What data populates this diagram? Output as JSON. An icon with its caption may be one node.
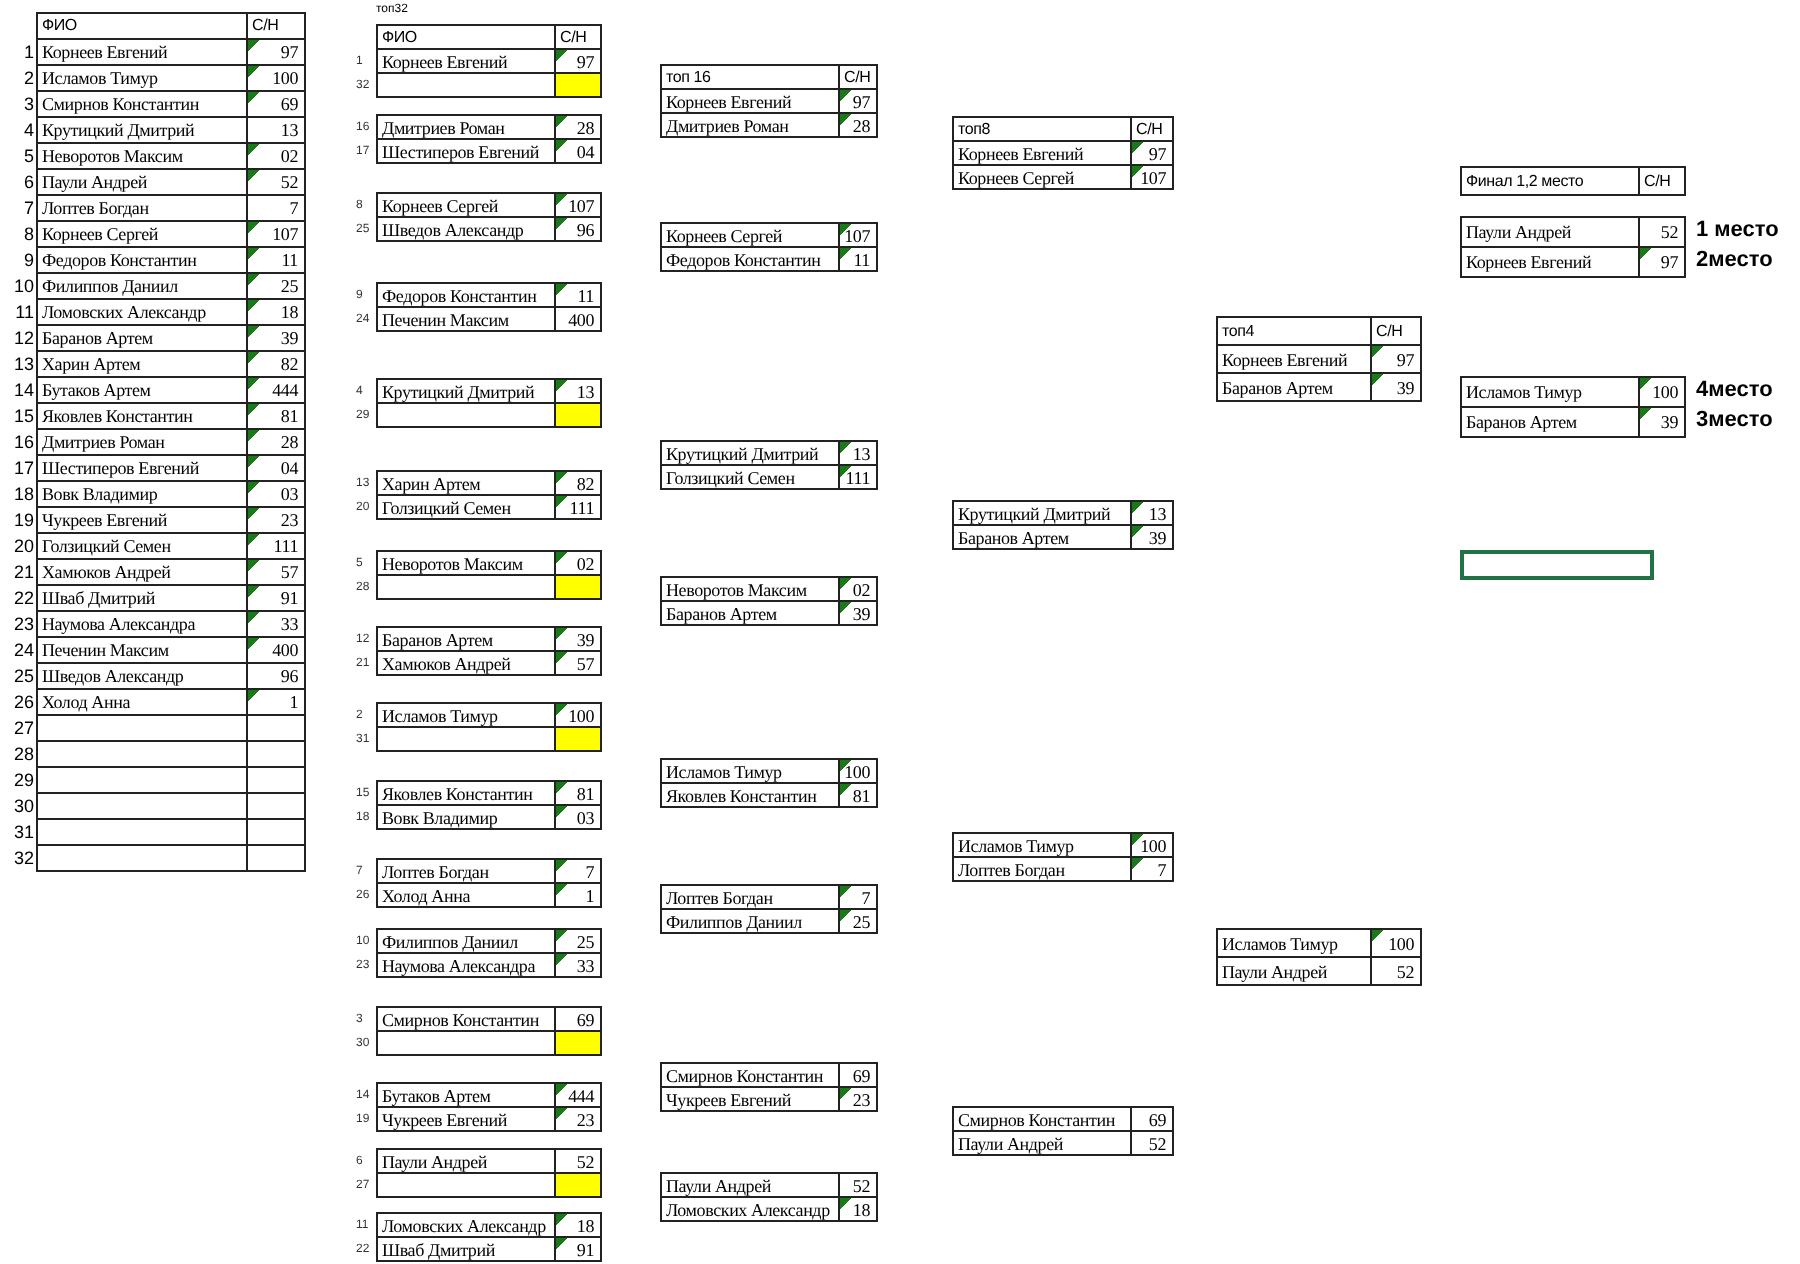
{
  "diagram": {
    "nodes": [
      {
        "text": [
          "ФИО",
          "С/Н",
          "1",
          "Корнеев Евгений",
          "97",
          "2",
          "Исламов Тимур",
          "100",
          "3",
          "Смирнов Константин",
          "69",
          "4",
          "Крутицкий Дмитрий",
          "13",
          "5",
          "Неворотов Максим",
          "02",
          "6",
          "Паули Андрей",
          "52",
          "7",
          "Лоптев Богдан",
          "7",
          "8",
          "Корнеев Сергей",
          "107",
          "9",
          "Федоров Константин",
          "11",
          "10",
          "Филиппов Даниил",
          "25",
          "11",
          "Ломовских Александр",
          "18",
          "12",
          "Баранов Артем",
          "39",
          "13",
          "Харин Артем",
          "82",
          "14",
          "Бутаков Артем",
          "444",
          "15",
          "Яковлев Константин",
          "81",
          "16",
          "Дмитриев Роман",
          "28",
          "17",
          "Шестиперов Евгений",
          "04",
          "18",
          "Вовк Владимир",
          "03",
          "19",
          "Чукреев Евгений",
          "23",
          "20",
          "Голзицкий Семен",
          "111",
          "21",
          "Хамюков Андрей",
          "57",
          "22",
          "Шваб Дмитрий",
          "91",
          "23",
          "Наумова Александра",
          "33",
          "24",
          "Печенин Максим",
          "400",
          "25",
          "Шведов Александр",
          "96",
          "26",
          "Холод Анна",
          "1",
          "27",
          "28",
          "29",
          "30",
          "31",
          "32"
        ]
      },
      {
        "text": [
          "топ32",
          "ФИО",
          "С/Н",
          "Корнеев Евгений",
          "97"
        ],
        "beside": [
          "1",
          "32"
        ]
      },
      {
        "text": [
          "Дмитриев Роман",
          "28",
          "Шестиперов Евгений",
          "04"
        ],
        "beside": [
          "16",
          "17"
        ]
      },
      {
        "text": [
          "Корнеев Сергей",
          "107",
          "Шведов Александр",
          "96"
        ],
        "beside": [
          "8",
          "25"
        ]
      },
      {
        "text": [
          "Федоров Константин",
          "11",
          "Печенин Максим",
          "400"
        ],
        "beside": [
          "9",
          "24"
        ]
      },
      {
        "text": [
          "Крутицкий Дмитрий",
          "13"
        ],
        "beside": [
          "4",
          "29"
        ]
      },
      {
        "text": [
          "Харин Артем",
          "82",
          "Голзицкий Семен",
          "111"
        ],
        "beside": [
          "13",
          "20"
        ]
      },
      {
        "text": [
          "Неворотов Максим",
          "02"
        ],
        "beside": [
          "5",
          "28"
        ]
      },
      {
        "text": [
          "Баранов Артем",
          "39",
          "Хамюков Андрей",
          "57"
        ],
        "beside": [
          "12",
          "21"
        ]
      },
      {
        "text": [
          "Исламов Тимур",
          "100"
        ],
        "beside": [
          "2",
          "31"
        ]
      },
      {
        "text": [
          "Яковлев Константин",
          "81",
          "Вовк Владимир",
          "03"
        ],
        "beside": [
          "15",
          "18"
        ]
      },
      {
        "text": [
          "Лоптев Богдан",
          "7",
          "Холод Анна",
          "1"
        ],
        "beside": [
          "7",
          "26"
        ]
      },
      {
        "text": [
          "Филиппов Даниил",
          "25",
          "Наумова Александра",
          "33"
        ],
        "beside": [
          "10",
          "23"
        ]
      },
      {
        "text": [
          "Смирнов Константин",
          "69"
        ],
        "beside": [
          "3",
          "30"
        ]
      },
      {
        "text": [
          "Бутаков Артем",
          "444",
          "Чукреев Евгений",
          "23"
        ],
        "beside": [
          "14",
          "19"
        ]
      },
      {
        "text": [
          "Паули Андрей",
          "52"
        ],
        "beside": [
          "6",
          "27"
        ]
      },
      {
        "text": [
          "Ломовских Александр",
          "18",
          "Шваб Дмитрий",
          "91"
        ],
        "beside": [
          "11",
          "22"
        ]
      },
      {
        "text": [
          "топ 16",
          "С/Н",
          "Корнеев Евгений",
          "97",
          "Дмитриев Роман",
          "28"
        ]
      },
      {
        "text": [
          "Корнеев Сергей",
          "107",
          "Федоров Константин",
          "11"
        ]
      },
      {
        "text": [
          "Крутицкий Дмитрий",
          "13",
          "Голзицкий Семен",
          "111"
        ]
      },
      {
        "text": [
          "Неворотов Максим",
          "02",
          "Баранов Артем",
          "39"
        ]
      },
      {
        "text": [
          "Исламов Тимур",
          "100",
          "Яковлев Константин",
          "81"
        ]
      },
      {
        "text": [
          "Лоптев Богдан",
          "7",
          "Филиппов Даниил",
          "25"
        ]
      },
      {
        "text": [
          "Смирнов Константин",
          "69",
          "Чукреев Евгений",
          "23"
        ]
      },
      {
        "text": [
          "Паули Андрей",
          "52",
          "Ломовских Александр",
          "18"
        ]
      },
      {
        "text": [
          "топ8",
          "С/Н",
          "Корнеев Евгений",
          "97",
          "Корнеев Сергей",
          "107"
        ]
      },
      {
        "text": [
          "Крутицкий Дмитрий",
          "13",
          "Баранов Артем",
          "39"
        ]
      },
      {
        "text": [
          "Исламов Тимур",
          "100",
          "Лоптев Богдан",
          "7"
        ]
      },
      {
        "text": [
          "Смирнов Константин",
          "69",
          "Паули Андрей",
          "52"
        ]
      },
      {
        "text": [
          "топ4",
          "С/Н",
          "Корнеев Евгений",
          "97",
          "Баранов Артем",
          "39"
        ]
      },
      {
        "text": [
          "Исламов Тимур",
          "100",
          "Паули Андрей",
          "52"
        ]
      },
      {
        "text": [
          "Финал 1,2 место",
          "С/Н"
        ]
      },
      {
        "text": [
          "Паули Андрей",
          "52",
          "Корнеев Евгений",
          "97"
        ],
        "beside": [
          "1 место",
          "2место"
        ]
      },
      {
        "text": [
          "Исламов Тимур",
          "100",
          "Баранов Артем",
          "39"
        ],
        "beside": [
          "4место",
          "3место"
        ]
      },
      {
        "text": [],
        "shape": "box"
      }
    ],
    "edges": []
  }
}
